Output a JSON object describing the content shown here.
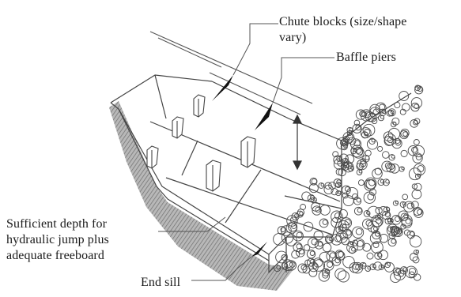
{
  "labels": {
    "chute_blocks_line1": "Chute blocks (size/shape",
    "chute_blocks_line2": "vary)",
    "baffle_piers": "Baffle piers",
    "depth_line1": "Sufficient depth for",
    "depth_line2": "hydraulic jump plus",
    "depth_line3": "adequate freeboard",
    "end_sill": "End sill"
  },
  "colors": {
    "line": "#444444",
    "text": "#1a1a1a",
    "shading": "#8c8c8c",
    "background": "#ffffff"
  },
  "icons": {
    "callout_pointer": "black-triangle-wedge",
    "depth_indicator": "double-headed-arrow",
    "vegetation": "rock-and-shrub-clusters"
  }
}
